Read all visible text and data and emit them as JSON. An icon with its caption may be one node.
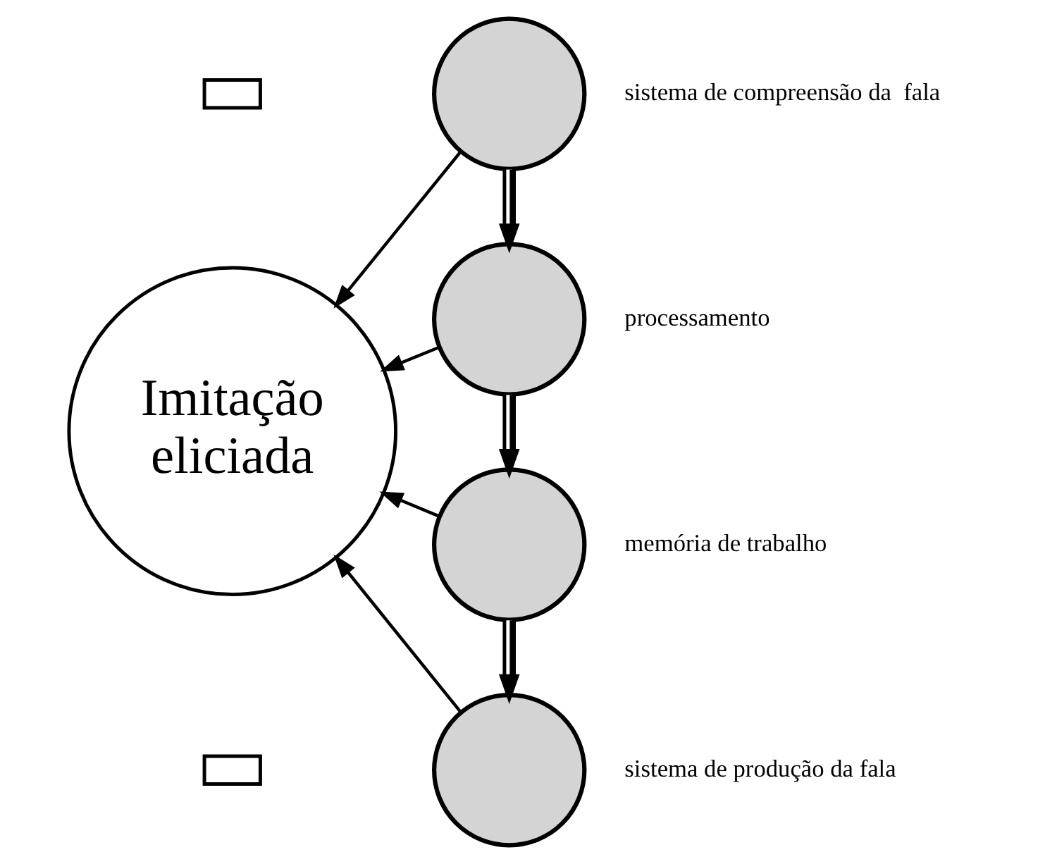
{
  "diagram": {
    "nodes": [
      {
        "text": [],
        "shape": "box"
      },
      {
        "text": [],
        "shape": "circle",
        "beside": [
          "sistema de compreensão da  fala"
        ]
      },
      {
        "text": [],
        "shape": "circle",
        "beside": [
          "processamento"
        ]
      },
      {
        "text": [
          "Imitação eliciada"
        ]
      },
      {
        "text": [],
        "shape": "circle",
        "beside": [
          "memória de trabalho"
        ]
      },
      {
        "text": [],
        "shape": "circle",
        "beside": [
          "sistema de produção da fala"
        ]
      },
      {
        "text": [],
        "shape": "box"
      }
    ],
    "edges": [
      {
        "from": 1,
        "to": 3,
        "arrow": "to"
      },
      {
        "from": 2,
        "to": 3,
        "arrow": "to"
      },
      {
        "from": 4,
        "to": 3,
        "arrow": "to"
      },
      {
        "from": 5,
        "to": 3,
        "arrow": "to"
      },
      {
        "from": 1,
        "to": 2,
        "arrow": "to",
        "style": "thick"
      },
      {
        "from": 2,
        "to": 4,
        "arrow": "to",
        "style": "thick"
      },
      {
        "from": 4,
        "to": 5,
        "arrow": "to",
        "style": "thick"
      }
    ]
  }
}
